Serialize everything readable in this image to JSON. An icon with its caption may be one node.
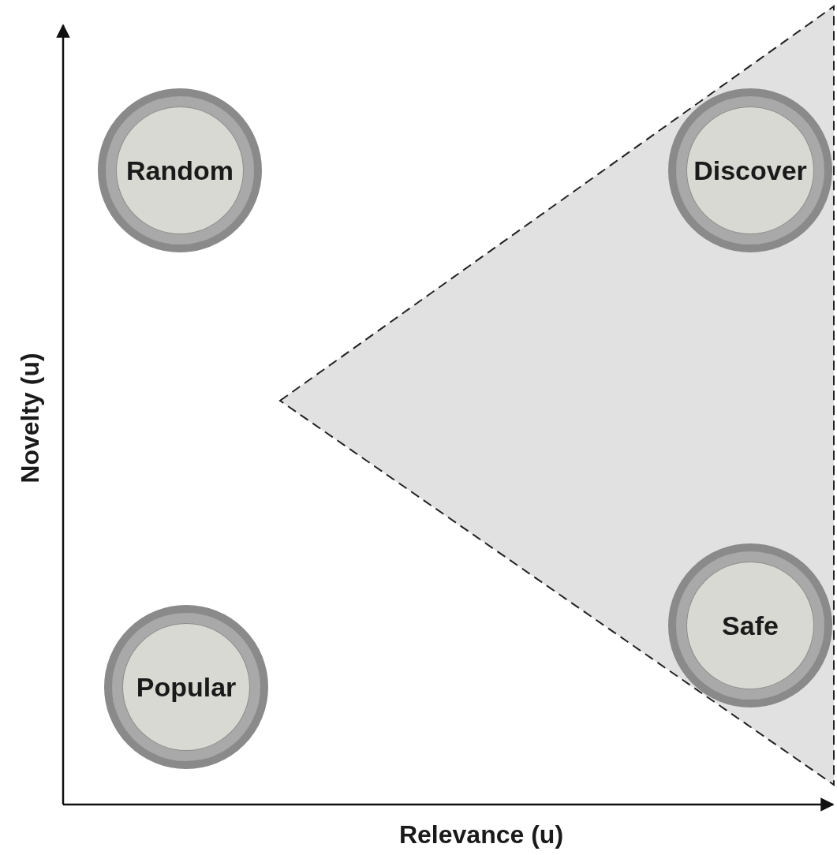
{
  "diagram": {
    "nodes": [
      {
        "text": [
          "Random"
        ]
      },
      {
        "text": [
          "Discover"
        ]
      },
      {
        "text": [
          "Safe"
        ]
      },
      {
        "text": [
          "Popular"
        ]
      }
    ],
    "labels": [
      "Novelty (u)",
      "Relevance (u)"
    ]
  }
}
